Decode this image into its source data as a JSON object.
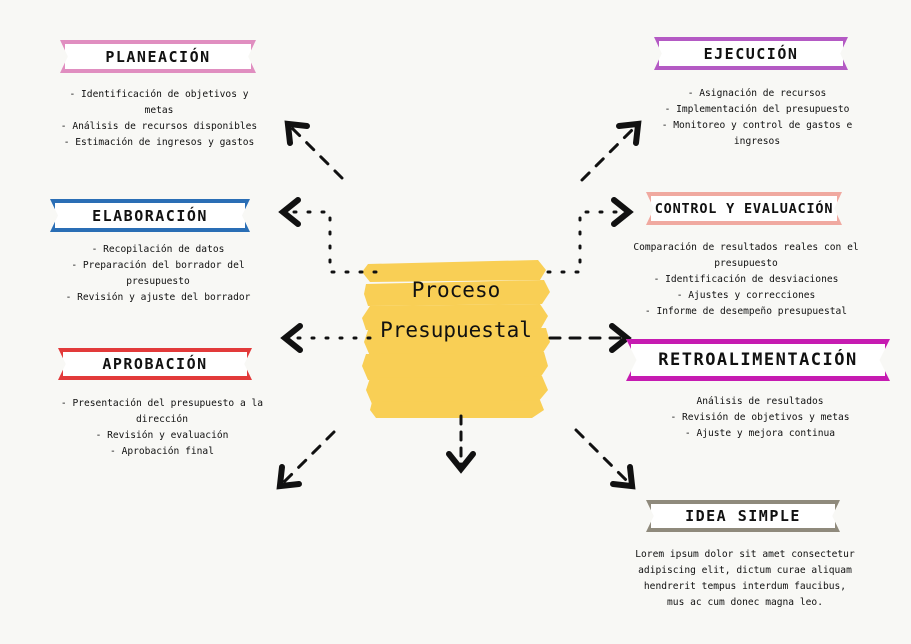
{
  "center": {
    "line1": "Proceso",
    "line2": "Presupuestal",
    "color": "#f9cf55"
  },
  "sections": {
    "planeacion": {
      "title": "PLANEACIÓN",
      "color": "#e08ec0",
      "items": [
        "- Identificación de objetivos y",
        "metas",
        "- Análisis de recursos disponibles",
        "- Estimación de ingresos y gastos"
      ]
    },
    "elaboracion": {
      "title": "ELABORACIÓN",
      "color": "#2a6eb5",
      "items": [
        "- Recopilación de datos",
        "- Preparación del borrador del",
        "presupuesto",
        "- Revisión y ajuste del borrador"
      ]
    },
    "aprobacion": {
      "title": "APROBACIÓN",
      "color": "#e23a3a",
      "items": [
        "- Presentación del presupuesto a la",
        "dirección",
        "- Revisión y evaluación",
        "- Aprobación final"
      ]
    },
    "ejecucion": {
      "title": "EJECUCIÓN",
      "color": "#b45ac4",
      "items": [
        "- Asignación de recursos",
        "- Implementación del presupuesto",
        "- Monitoreo y control de gastos e",
        "ingresos"
      ]
    },
    "control": {
      "title": "CONTROL Y EVALUACIÓN",
      "color": "#f0a9a0",
      "items": [
        "Comparación de resultados reales con el",
        "presupuesto",
        "- Identificación de desviaciones",
        "- Ajustes y correcciones",
        "- Informe de desempeño presupuestal"
      ]
    },
    "retro": {
      "title": "RETROALIMENTACIÓN",
      "color": "#c61bb1",
      "items": [
        "Análisis de resultados",
        "- Revisión de objetivos y metas",
        "- Ajuste y mejora continua"
      ]
    },
    "idea": {
      "title": "IDEA SIMPLE",
      "color": "#8f8a7c",
      "items": [
        "Lorem ipsum dolor sit amet consectetur",
        "adipiscing elit, dictum curae aliquam",
        "hendrerit tempus interdum faucibus,",
        "mus ac cum donec magna leo."
      ]
    }
  }
}
